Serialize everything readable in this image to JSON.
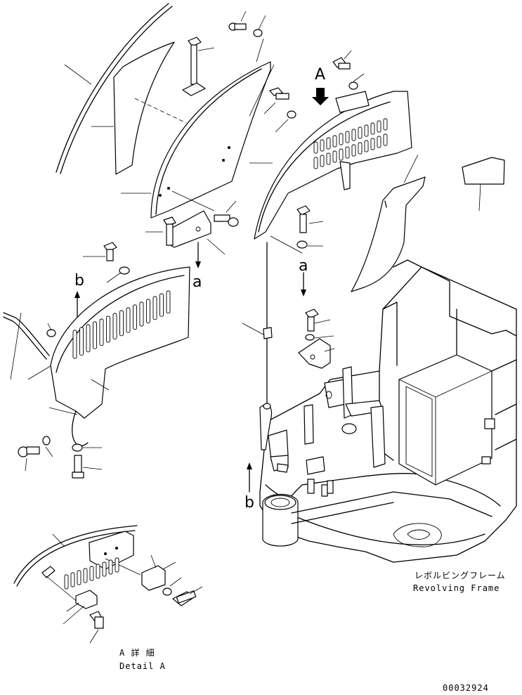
{
  "labels": {
    "view_a": "A",
    "arrow_a_left": "a",
    "arrow_a_right": "a",
    "arrow_b_top": "b",
    "arrow_b_bottom": "b"
  },
  "frame_caption": {
    "jp": "レボルビングフレーム",
    "en": "Revolving Frame"
  },
  "detail_caption": {
    "jp": "A 詳 細",
    "en": "Detail A"
  },
  "drawing_number": "00032924"
}
